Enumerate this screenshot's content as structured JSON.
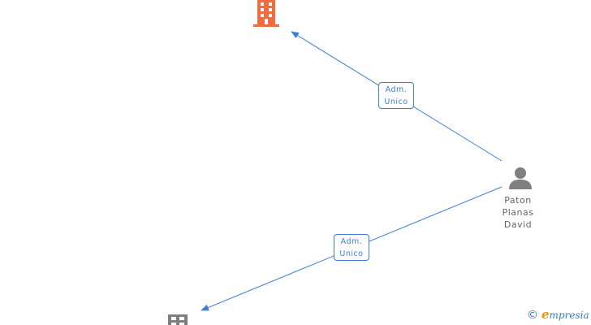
{
  "colors": {
    "edge": "#3d7fd6",
    "company_highlight": "#f26a3d",
    "company_default": "#7f7f7f",
    "person": "#7f7f7f",
    "person_label": "#666666"
  },
  "nodes": {
    "person": {
      "icon": "person-icon",
      "name_lines": [
        "Paton",
        "Planas",
        "David"
      ]
    },
    "company_top": {
      "icon": "building-icon"
    },
    "company_bottom": {
      "icon": "building-icon"
    }
  },
  "edges": [
    {
      "from": "person",
      "to": "company_top",
      "label_lines": [
        "Adm.",
        "Unico"
      ]
    },
    {
      "from": "person",
      "to": "company_bottom",
      "label_lines": [
        "Adm.",
        "Unico"
      ]
    }
  ],
  "brand": {
    "copyright_symbol": "©",
    "first_letter": "e",
    "rest": "mpresia"
  }
}
